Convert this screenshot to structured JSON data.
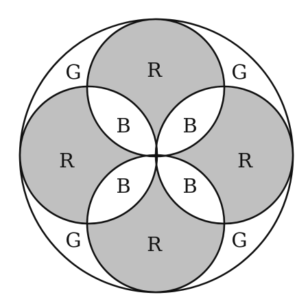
{
  "labels": {
    "g_top_left": "G",
    "g_top_right": "G",
    "g_bottom_left": "G",
    "g_bottom_right": "G",
    "r_top": "R",
    "r_left": "R",
    "r_right": "R",
    "r_bottom": "R",
    "b_upper_left": "B",
    "b_upper_right": "B",
    "b_lower_left": "B",
    "b_lower_right": "B"
  },
  "colors": {
    "shaded_fill": "#c0c0c0",
    "unshaded_fill": "#ffffff",
    "stroke": "#111111"
  }
}
